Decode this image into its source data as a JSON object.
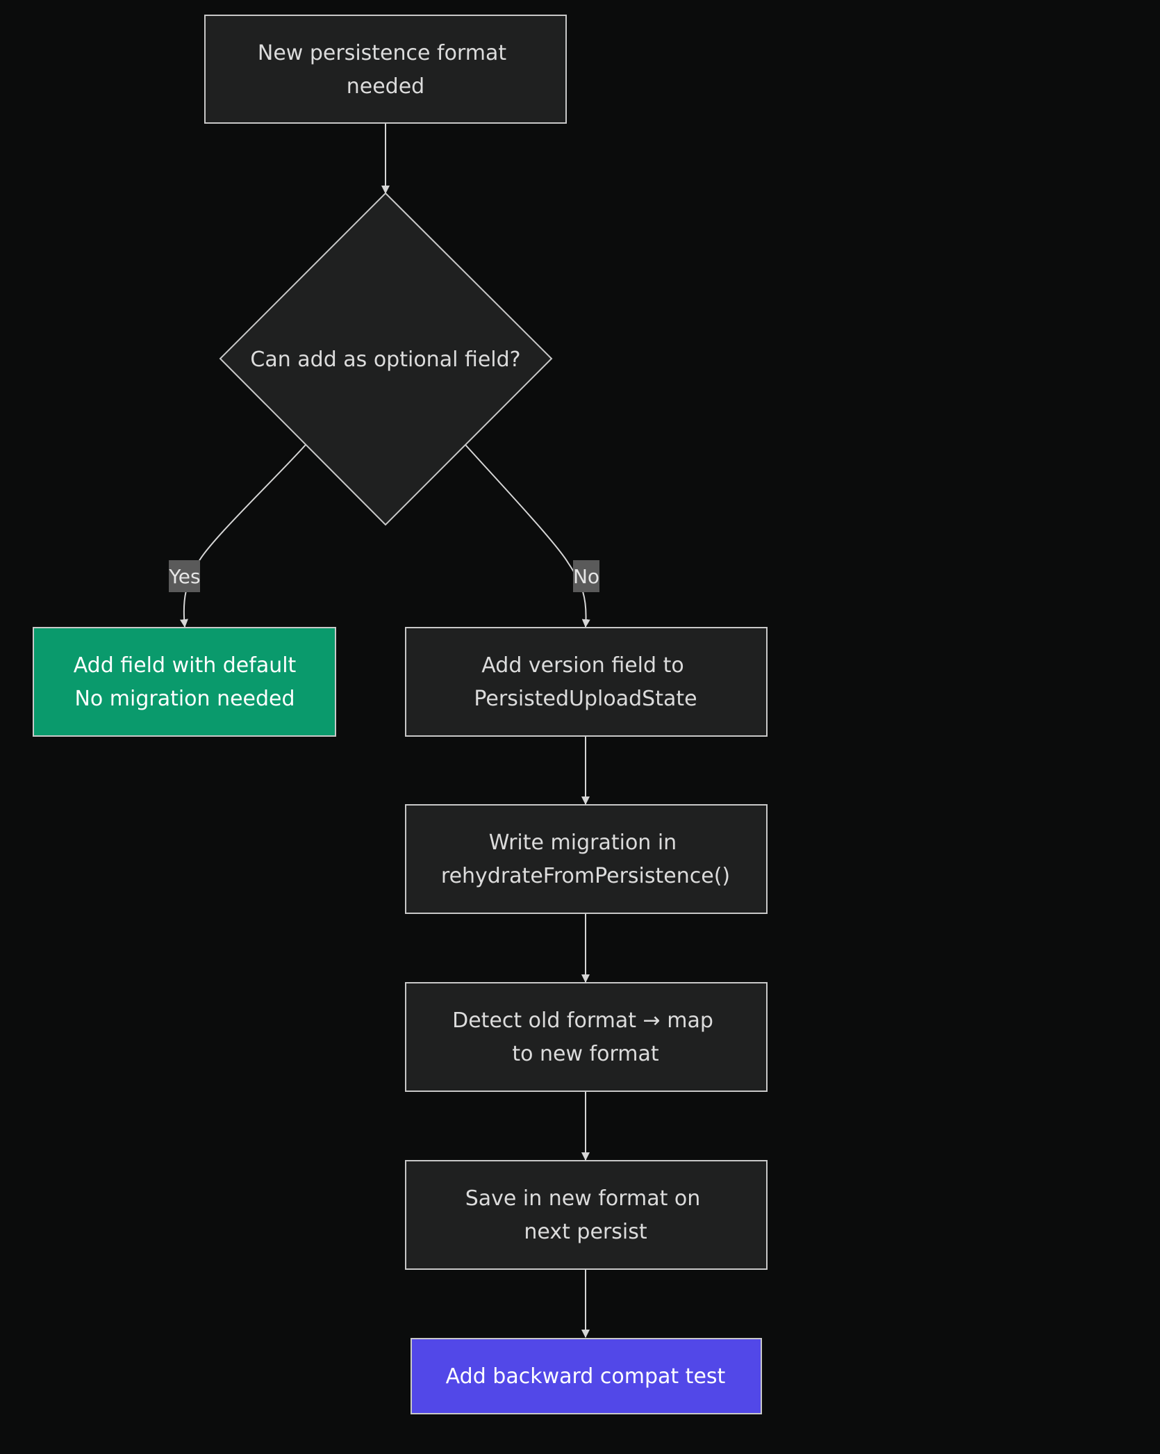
{
  "colors": {
    "background": "#0b0c0c",
    "node_fill": "#1f2020",
    "node_stroke": "#c9c9c9",
    "success_fill": "#0a9a6c",
    "final_fill": "#5248e8",
    "edge": "#d6d6d6",
    "edge_label_bg": "#5a5a5a"
  },
  "nodes": {
    "start": {
      "line1": "New persistence format",
      "line2": "needed"
    },
    "decision": {
      "text": "Can add as optional field?"
    },
    "yes_result": {
      "line1": "Add field with default",
      "line2": "No migration needed"
    },
    "version": {
      "line1": "Add version field to",
      "line2": "PersistedUploadState"
    },
    "migration": {
      "line1": "Write migration in",
      "line2": "rehydrateFromPersistence()"
    },
    "detect": {
      "line1": "Detect old format → map",
      "line2": "to new format"
    },
    "save": {
      "line1": "Save in new format on",
      "line2": "next persist"
    },
    "test": {
      "text": "Add backward compat test"
    }
  },
  "edges": {
    "yes_label": "Yes",
    "no_label": "No"
  }
}
